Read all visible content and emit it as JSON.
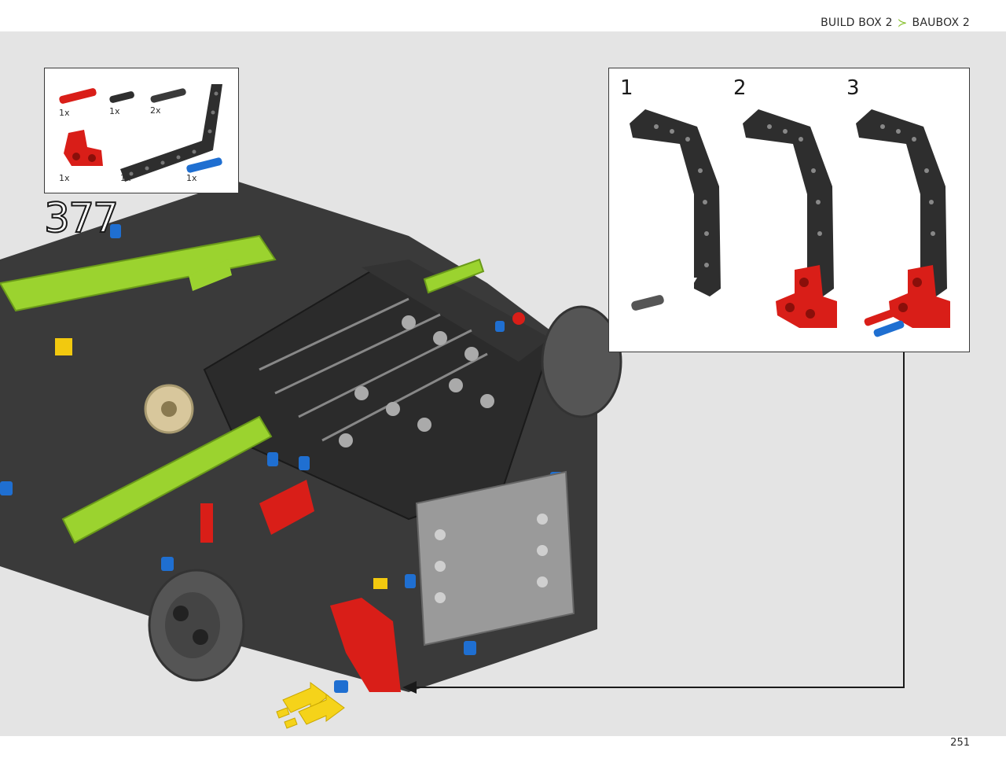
{
  "header": {
    "box_en": "BUILD BOX 2",
    "box_de": "BAUBOX 2",
    "separator_icon": "chevron-right-icon"
  },
  "step": {
    "number": "377"
  },
  "parts_list": [
    {
      "icon": "red-axle-pin-icon",
      "qty": "1x"
    },
    {
      "icon": "black-pin-icon",
      "qty": "1x"
    },
    {
      "icon": "dark-axle-pin-icon",
      "qty": "2x"
    },
    {
      "icon": "red-t-connector-icon",
      "qty": "1x"
    },
    {
      "icon": "black-bent-beam-icon",
      "qty": "1x"
    },
    {
      "icon": "blue-axle-pin-icon",
      "qty": "1x"
    }
  ],
  "substeps": [
    {
      "label": "1"
    },
    {
      "label": "2"
    },
    {
      "label": "3"
    }
  ],
  "colors": {
    "lime": "#9bd32f",
    "red": "#d91e18",
    "blue": "#1f6fd1",
    "dark": "#2e2e2e",
    "grey": "#9a9a9a",
    "yellow_arrow": "#f5d31a"
  },
  "footer": {
    "page_number": "251"
  }
}
